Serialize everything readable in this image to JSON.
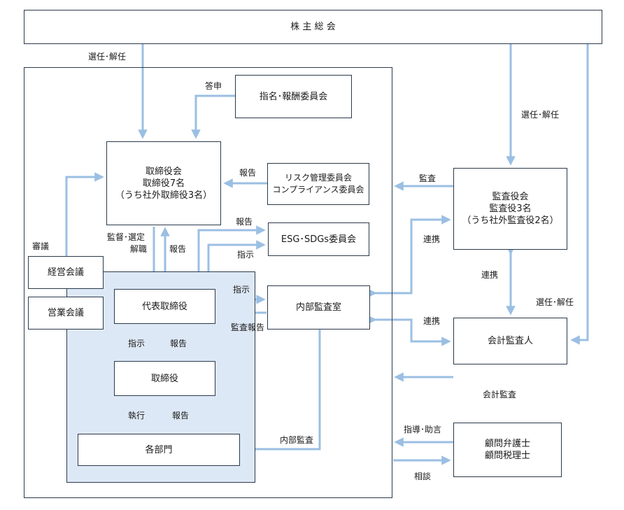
{
  "nodes": {
    "shareholders": "株 主 総 会",
    "nomination": "指名･報酬委員会",
    "board": [
      "取締役会",
      "取締役7名",
      "（うち社外取締役3名）"
    ],
    "risk": [
      "リスク管理委員会",
      "コンプライアンス委員会"
    ],
    "esg": "ESG･SDGs委員会",
    "management_meeting": "経営会議",
    "sales_meeting": "営業会議",
    "representative": "代表取締役",
    "internal_audit": "内部監査室",
    "directors": "取締役",
    "departments": "各部門",
    "auditors": [
      "監査役会",
      "監査役3名",
      "（うち社外監査役2名）"
    ],
    "accounting_auditor": "会計監査人",
    "advisors": [
      "顧問弁護士",
      "顧問税理士"
    ]
  },
  "labels": {
    "elect_dismiss_left": "選任･解任",
    "elect_dismiss_right_top": "選任･解任",
    "elect_dismiss_right_bottom": "選任･解任",
    "report_answer": "答申",
    "report_risk": "報告",
    "report_esg": "報告",
    "instruct_esg": "指示",
    "audit_board": "監査",
    "deliberation": "審議",
    "supervise": [
      "監督･選定",
      "解職"
    ],
    "report_rep": "報告",
    "instruct_audit": "指示",
    "audit_report": "監査報告",
    "coop_audit": "連携",
    "coop_between": "連携",
    "coop_accounting": "連携",
    "instruct_dir": "指示",
    "report_dir": "報告",
    "execute": "執行",
    "report_dept": "報告",
    "internal_audit_label": "内部監査",
    "accounting_audit": "会計監査",
    "guidance": "指導･助言",
    "consult": "相談"
  },
  "colors": {
    "arrow": "#9bbfe3",
    "border": "#2b3a4a",
    "group_fill": "#dde8f6"
  }
}
